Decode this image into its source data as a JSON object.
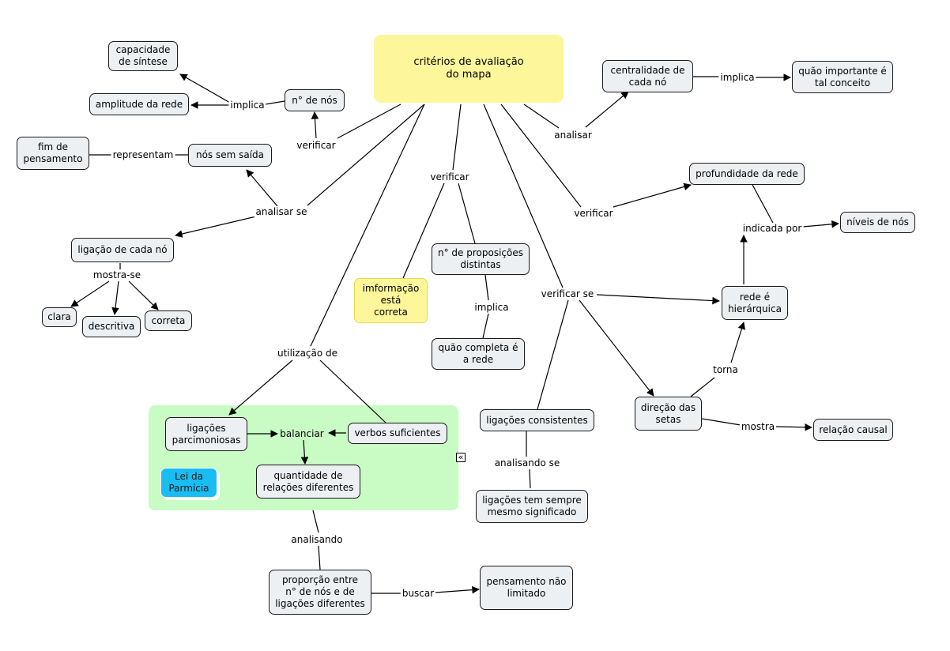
{
  "root": "critérios de avaliação\ndo mapa",
  "nodes": {
    "capacidade_sintese": "capacidade\nde síntese",
    "amplitude_rede": "amplitude da rede",
    "n_nos": "n° de nós",
    "fim_pensamento": "fim de\npensamento",
    "nos_sem_saida": "nós sem saída",
    "ligacao_cada_no": "ligação de cada nó",
    "clara": "clara",
    "descritiva": "descritiva",
    "correta": "correta",
    "informacao_correta": "imformação\nestá\ncorreta",
    "n_proposicoes": "n° de proposições\ndistintas",
    "quao_completa": "quão completa é\na rede",
    "centralidade": "centralidade de\ncada nó",
    "quao_importante": "quão importante é\ntal conceito",
    "profundidade": "profundidade da rede",
    "niveis_nos": "níveis de nós",
    "rede_hierarquica": "rede é\nhierárquica",
    "direcao_setas": "direção das\nsetas",
    "relacao_causal": "relação causal",
    "ligacoes_consistentes": "ligações consistentes",
    "ligacoes_significado": "ligações tem sempre\nmesmo significado",
    "ligacoes_parcimoniosas": "ligações\nparcimoniosas",
    "verbos_suficientes": "verbos suficientes",
    "quantidade_relacoes": "quantidade de\nrelações diferentes",
    "lei_parcimonia": "Lei da\nParmícia",
    "proporcao": "proporção entre\nn° de nós e de\nligações diferentes",
    "pensamento_nao_limitado": "pensamento não\nlimitado"
  },
  "links": {
    "implica_1": "implica",
    "verificar_1": "verificar",
    "representam": "representam",
    "analisar_se": "analisar se",
    "mostra_se": "mostra-se",
    "verificar_2": "verificar",
    "implica_2": "implica",
    "utilizacao_de": "utilização de",
    "balanciar": "balanciar",
    "analisando": "analisando",
    "buscar": "buscar",
    "analisar": "analisar",
    "implica_3": "implica",
    "verificar_3": "verificar",
    "indicada_por": "indicada por",
    "verificar_se": "verificar se",
    "torna": "torna",
    "mostra": "mostra",
    "analisando_se": "analisando se"
  },
  "collapse_symbol": "«",
  "colors": {
    "root_fill": "#fdf69b",
    "node_fill": "#edf0f3",
    "group_fill": "#c9fbc4",
    "highlight_fill": "#19bdf2"
  }
}
